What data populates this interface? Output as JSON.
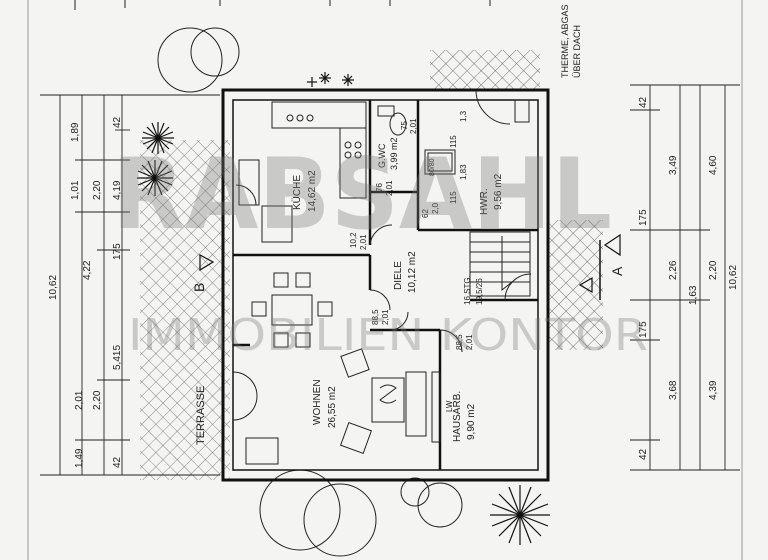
{
  "watermark": {
    "brand": "RABSAHL",
    "subtitle": "IMMOBILIEN KONTOR"
  },
  "notes": {
    "therme_line1": "THERME, ABGAS",
    "therme_line2": "ÜBER DACH"
  },
  "section_markers": {
    "a": "A",
    "b": "B"
  },
  "rooms": {
    "kueche": {
      "name": "KÜCHE",
      "area": "14,62 m2"
    },
    "gwc": {
      "name": "G.WC",
      "area": "3,99 m2"
    },
    "hwr": {
      "name": "HWR.",
      "area": "9,56 m2"
    },
    "diele": {
      "name": "DIELE",
      "area": "10,12 m2"
    },
    "wohnen": {
      "name": "WOHNEN",
      "area": "26,55 m2"
    },
    "hausarb": {
      "name": "HAUSARB.",
      "area": "9,90 m2"
    },
    "terrasse": {
      "name": "TERRASSE"
    },
    "treppe": {
      "line1": "16 STG.",
      "line2": "19,5/26"
    }
  },
  "door_labels": {
    "kueche_door": "76",
    "kueche_door_h": "2,01",
    "wc_door_top": "75",
    "wc_door_h": "2,01",
    "wc_door_small": "62",
    "wc_door_small_h": "2,0",
    "hwr_door": "1,3",
    "hwr_door2": "115",
    "hwr_door3": "1,83",
    "wc_window": "115",
    "diele_door_h": "2,01",
    "diele_door_w": "10,2",
    "wohnen_door_w": "88,5",
    "wohnen_door_h": "2,01",
    "hausarb_door_w": "88,5",
    "hausarb_door_h": "2,01",
    "fenster_boiler": "80/80",
    "lw": "LW"
  },
  "dims_left": {
    "overall": "10,62",
    "seg_1_89": "1,89",
    "seg_1_01": "1,01",
    "seg_2_20a": "2,20",
    "seg_4_19": "4,19",
    "seg_4_22": "4,22",
    "seg_175": "175",
    "seg_5_415": "5,415",
    "seg_2_01": "2,01",
    "seg_2_20b": "2,20",
    "seg_1_49": "1,49",
    "seg_42a": "42",
    "seg_42b": "42"
  },
  "dims_right": {
    "overall": "10,62",
    "seg_42a": "42",
    "seg_3_49": "3,49",
    "seg_4_60": "4,60",
    "seg_175a": "175",
    "seg_2_26": "2,26",
    "seg_1_63": "1,63",
    "seg_2_20": "2,20",
    "seg_175b": "175",
    "seg_3_68": "3,68",
    "seg_4_39": "4,39",
    "seg_42b": "42"
  }
}
